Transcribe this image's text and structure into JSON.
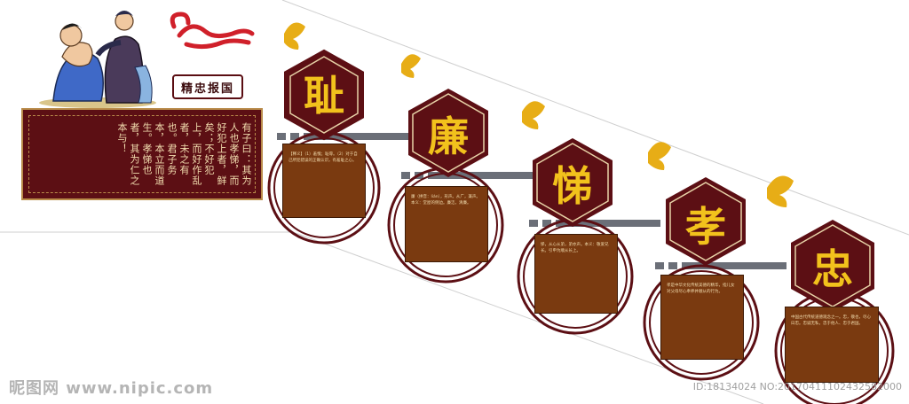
{
  "banner": {
    "label": "精忠报国"
  },
  "poem": {
    "text": "有子曰：其为人也孝悌，而好犯上者，鲜矣；不好犯上，而好作乱者，未之有也。君子务本，本立而道生。孝悌也者，其为仁之本与！"
  },
  "panels": [
    {
      "char": "耻",
      "note": "【释义】（1）羞愧；耻辱。（2）对于自己所犯错误的正确认识，有羞耻之心。"
    },
    {
      "char": "廉",
      "note": "廉（拼音：lián），形声。从广，兼声。本义：堂屋的侧边。廉洁，清廉。"
    },
    {
      "char": "悌",
      "note": "悌，从心从弟，弟亦声。本义：敬爱兄长。引申为顺从长上。"
    },
    {
      "char": "孝",
      "note": "孝是中华文化传统美德的精华，指儿女对父母尽心奉养并顺从的行为。"
    },
    {
      "char": "忠",
      "note": "中国古代传统道德观念之一。忠，敬也，尽心曰忠。忠诚无私，忠于他人、忠于君国。"
    }
  ],
  "colors": {
    "maroon": "#5c0f14",
    "gold": "#f2c21c",
    "wood": "#7a3a10",
    "slate": "#6b6f78"
  },
  "watermark": {
    "brand": "昵图网 www.nipic.com",
    "id": "ID:18134024 NO:20170411102432582000"
  }
}
